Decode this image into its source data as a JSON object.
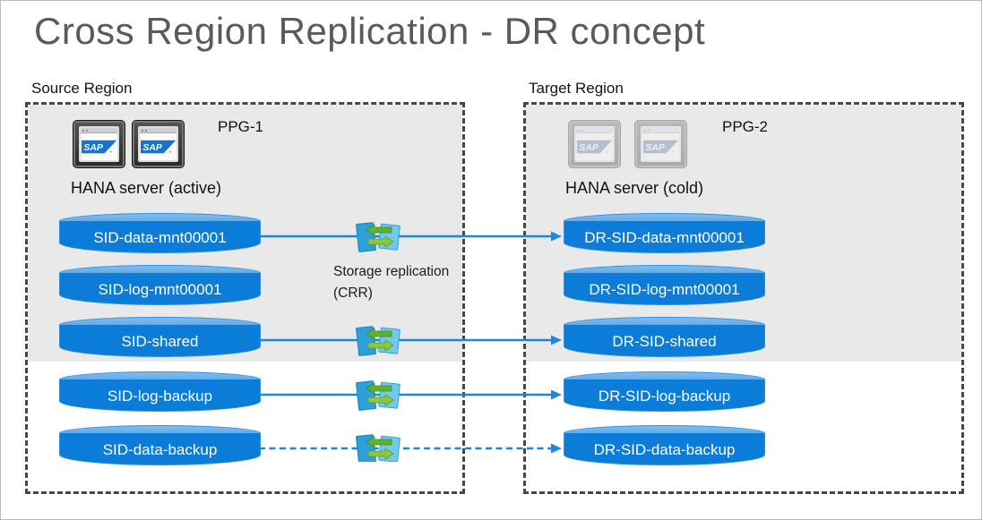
{
  "title": "Cross Region Replication - DR concept",
  "source": {
    "region_label": "Source Region",
    "ppg_label": "PPG-1",
    "server_label": "HANA server (active)",
    "disks": [
      {
        "label": "SID-data-mnt00001"
      },
      {
        "label": "SID-log-mnt00001"
      },
      {
        "label": "SID-shared"
      },
      {
        "label": "SID-log-backup"
      },
      {
        "label": "SID-data-backup"
      }
    ]
  },
  "target": {
    "region_label": "Target Region",
    "ppg_label": "PPG-2",
    "server_label": "HANA server (cold)",
    "disks": [
      {
        "label": "DR-SID-data-mnt00001"
      },
      {
        "label": "DR-SID-log-mnt00001"
      },
      {
        "label": "DR-SID-shared"
      },
      {
        "label": "DR-SID-log-backup"
      },
      {
        "label": "DR-SID-data-backup"
      }
    ]
  },
  "replication": {
    "caption_line1": "Storage replication",
    "caption_line2": "(CRR)",
    "connections": [
      {
        "from": "SID-data-mnt00001",
        "to": "DR-SID-data-mnt00001",
        "style": "solid"
      },
      {
        "from": "SID-shared",
        "to": "DR-SID-shared",
        "style": "solid"
      },
      {
        "from": "SID-log-backup",
        "to": "DR-SID-log-backup",
        "style": "solid"
      },
      {
        "from": "SID-data-backup",
        "to": "DR-SID-data-backup",
        "style": "dashed"
      }
    ]
  },
  "sap": {
    "logo_text": "SAP"
  },
  "icons": {
    "sap_monitor": "sap-monitor-icon",
    "replication": "storage-replication-icon"
  },
  "colors": {
    "disk_body": "#0b7dd8",
    "disk_top": "#5aa7e8",
    "arrow_blue": "#1b87e0",
    "region_shade": "#e9e9e9",
    "dashed_border": "#474747",
    "icon_green_dark": "#5eb230",
    "icon_green_light": "#8dc63f",
    "icon_page_dark": "#2da0da",
    "icon_page_light": "#71c9f0",
    "sap_logo_blue": "#1a73c9",
    "title_gray": "#5a5a5a"
  }
}
